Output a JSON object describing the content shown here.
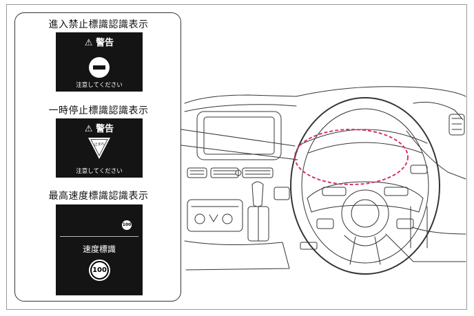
{
  "sections": [
    {
      "title": "進入禁止標識認識表示",
      "warning": "警告",
      "message": "注意してください"
    },
    {
      "title": "一時停止標識認識表示",
      "warning": "警告",
      "sign_text": "止まれ",
      "message": "注意してください"
    },
    {
      "title": "最高速度標識認識表示",
      "small_sign": "100",
      "label": "速度標識",
      "big_sign": "100"
    }
  ],
  "colors": {
    "panel": "#141414",
    "highlight": "#e0306a",
    "line": "#333333"
  }
}
